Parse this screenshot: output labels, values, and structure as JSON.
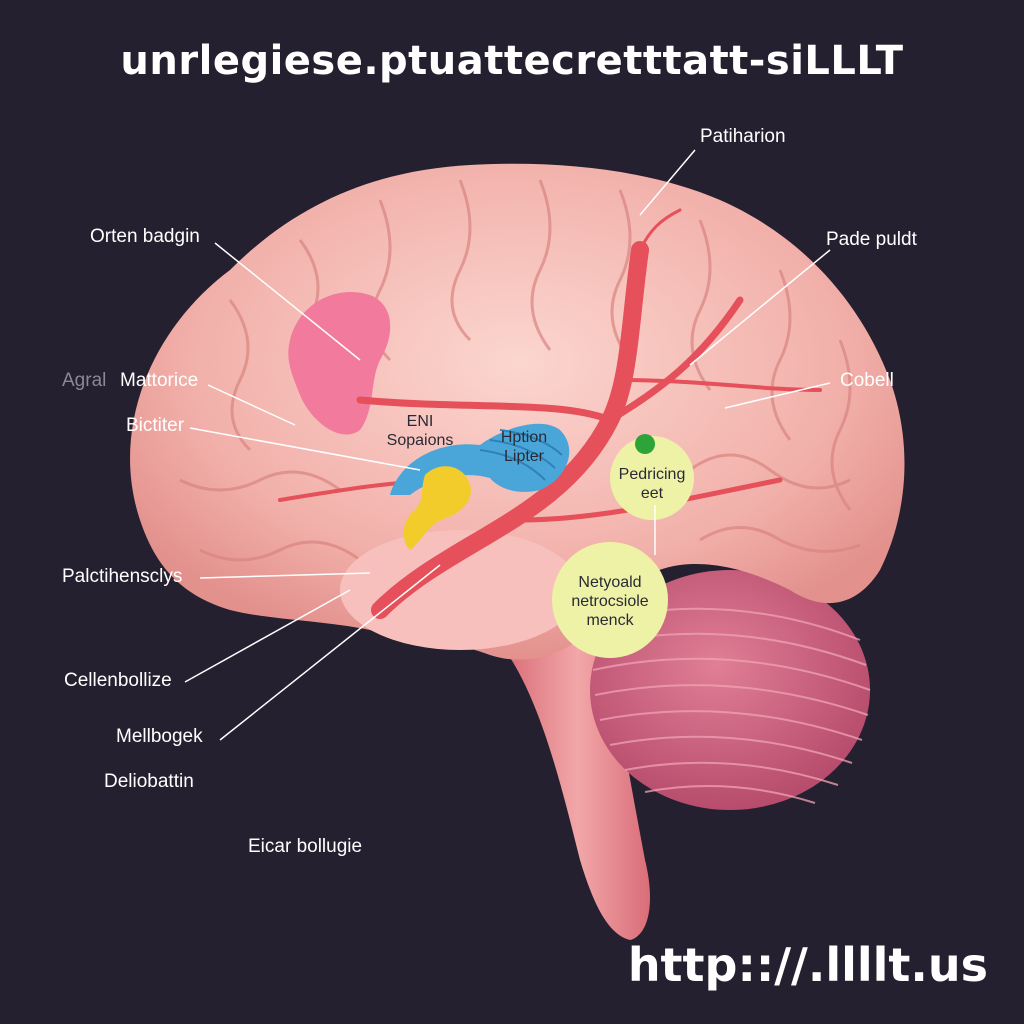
{
  "title": "unrlegiese.ptuattecretttatt-siLLLT",
  "url": "http:://.llllt.us",
  "labels": {
    "orten_badgin": "Orten badgin",
    "agral": "Agral",
    "mattorice": "Mattorice",
    "bictiter": "Bictiter",
    "palctihensclys": "Palctihensclys",
    "cellenbollize": "Cellenbollize",
    "mellbogek": "Mellbogek",
    "deliobattin": "Deliobattin",
    "eicar_bollugie": "Eicar bollugie",
    "patiharion": "Patiharion",
    "pade_puldt": "Pade puldt",
    "cobell": "Cobell",
    "en_sopaions_1": "ENI",
    "en_sopaions_2": "Sopaions",
    "hption_1": "Hption",
    "hption_2": "Lipter",
    "pedricing_1": "Pedricing",
    "pedricing_2": "eet",
    "netyoald_1": "Netyoald",
    "netyoald_2": "netrocsiole",
    "netyoald_3": "menck"
  },
  "colors": {
    "background": "#24202f",
    "brain": "#f2b3ad",
    "artery": "#e5505a",
    "blue_structure": "#4aa6d8",
    "yellow_structure": "#f2cc2a",
    "highlight_circle": "#eef2a6",
    "cerebellum": "#c85a74"
  }
}
